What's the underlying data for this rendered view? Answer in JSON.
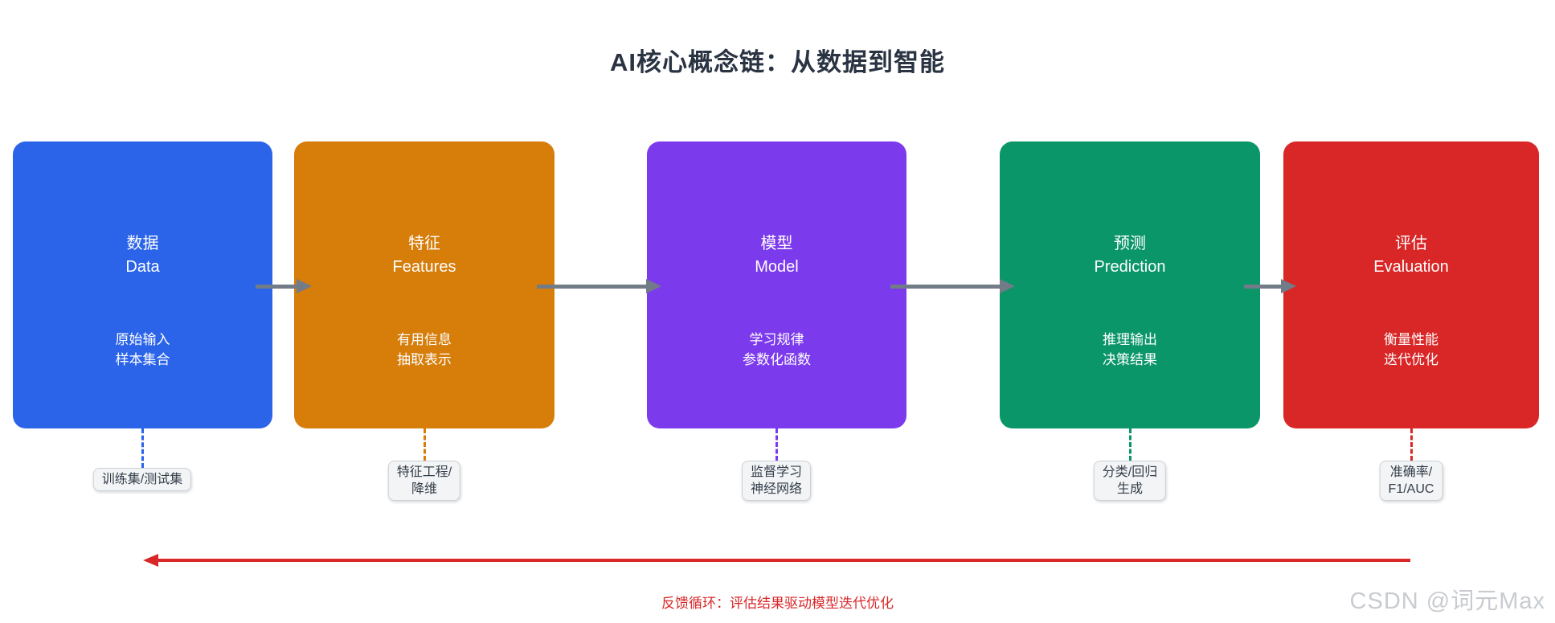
{
  "page": {
    "title": "AI核心概念链：从数据到智能"
  },
  "flow": {
    "arrow_color": "#727b88"
  },
  "stages": [
    {
      "id": "data",
      "title_zh": "数据",
      "title_en": "Data",
      "desc1": "原始输入",
      "desc2": "样本集合",
      "color": "#2b64e9",
      "chip_line1": "训练集/测试集"
    },
    {
      "id": "features",
      "title_zh": "特征",
      "title_en": "Features",
      "desc1": "有用信息",
      "desc2": "抽取表示",
      "color": "#d67d0a",
      "chip_line1": "特征工程/",
      "chip_line2": "降维"
    },
    {
      "id": "model",
      "title_zh": "模型",
      "title_en": "Model",
      "desc1": "学习规律",
      "desc2": "参数化函数",
      "color": "#7c3aed",
      "chip_line1": "监督学习",
      "chip_line2": "神经网络"
    },
    {
      "id": "prediction",
      "title_zh": "预测",
      "title_en": "Prediction",
      "desc1": "推理输出",
      "desc2": "决策结果",
      "color": "#0a9669",
      "chip_line1": "分类/回归",
      "chip_line2": "生成"
    },
    {
      "id": "evaluation",
      "title_zh": "评估",
      "title_en": "Evaluation",
      "desc1": "衡量性能",
      "desc2": "迭代优化",
      "color": "#d92727",
      "chip_line1": "准确率/",
      "chip_line2": "F1/AUC"
    }
  ],
  "feedback": {
    "label": "反馈循环：评估结果驱动模型迭代优化",
    "color": "#d92727"
  },
  "watermark": {
    "text": "CSDN @词元Max",
    "color": "#c8cbd0"
  }
}
